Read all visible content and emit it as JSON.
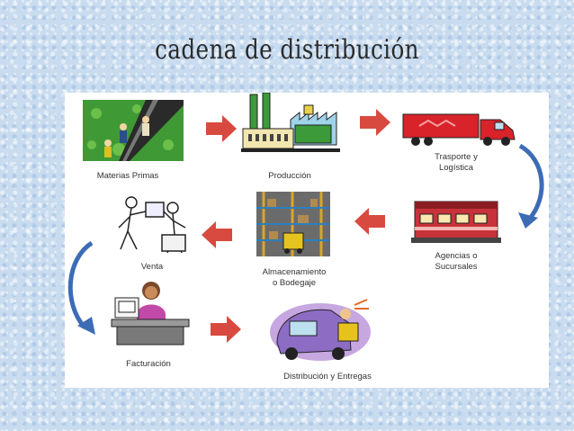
{
  "title": "cadena de distribución",
  "steps": {
    "materias": "Materias Primas",
    "produccion": "Producción",
    "transporte_1": "Trasporte y",
    "transporte_2": "Logística",
    "agencias_1": "Agencias o",
    "agencias_2": "Sucursales",
    "almacen_1": "Almacenamiento",
    "almacen_2": "o Bodegaje",
    "venta": "Venta",
    "facturacion": "Facturación",
    "distribucion": "Distribución y Entregas"
  },
  "colors": {
    "arrow_red": "#d84a3f",
    "arrow_blue": "#3c6cb4",
    "truck_red": "#d8232a",
    "factory_green": "#3c9a3a"
  }
}
